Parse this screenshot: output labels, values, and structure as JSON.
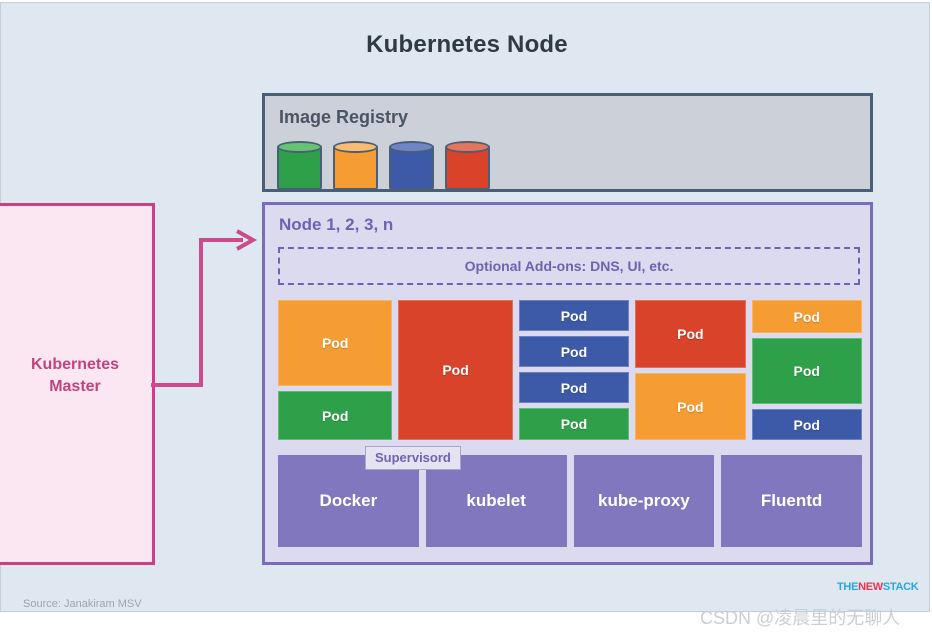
{
  "title": "Kubernetes Node",
  "master": {
    "label_line1": "Kubernetes",
    "label_line2": "Master",
    "border_color": "#cc3f84",
    "fill_color": "#fbe7f1"
  },
  "registry": {
    "title": "Image Registry",
    "border_color": "#4a5e77",
    "fill_color": "#ccd0d8",
    "images": [
      {
        "name": "image-cylinder-green",
        "color": "green"
      },
      {
        "name": "image-cylinder-orange",
        "color": "orange"
      },
      {
        "name": "image-cylinder-blue",
        "color": "blue"
      },
      {
        "name": "image-cylinder-red",
        "color": "red"
      }
    ]
  },
  "node": {
    "title": "Node 1, 2, 3, n",
    "border_color": "#7a6cbd",
    "fill_color": "#dcdaee",
    "addons_label": "Optional Add-ons: DNS, UI, etc.",
    "pod_label": "Pod",
    "pod_columns": [
      {
        "name": "pod-column-1",
        "width": 116,
        "pods": [
          {
            "color": "orange",
            "height": 86
          },
          {
            "color": "green",
            "height": 49
          }
        ]
      },
      {
        "name": "pod-column-2",
        "width": 116,
        "pods": [
          {
            "color": "red",
            "height": 140
          }
        ]
      },
      {
        "name": "pod-column-3",
        "width": 112,
        "pods": [
          {
            "color": "blue",
            "height": 31
          },
          {
            "color": "blue",
            "height": 31
          },
          {
            "color": "blue",
            "height": 31
          },
          {
            "color": "green",
            "height": 32
          }
        ]
      },
      {
        "name": "pod-column-4",
        "width": 112,
        "pods": [
          {
            "color": "red",
            "height": 68
          },
          {
            "color": "orange",
            "height": 67
          }
        ]
      },
      {
        "name": "pod-column-5",
        "width": 112,
        "pods": [
          {
            "color": "orange",
            "height": 33
          },
          {
            "color": "green",
            "height": 66
          },
          {
            "color": "blue",
            "height": 31
          }
        ]
      }
    ],
    "supervisord_label": "Supervisord",
    "services": [
      {
        "name": "service-docker",
        "label": "Docker"
      },
      {
        "name": "service-kubelet",
        "label": "kubelet"
      },
      {
        "name": "service-kube-proxy",
        "label": "kube-proxy"
      },
      {
        "name": "service-fluentd",
        "label": "Fluentd"
      }
    ]
  },
  "footer": {
    "source": "Source: Janakiram MSV",
    "logo_the": "THE",
    "logo_new": "NEW",
    "logo_stack": "STACK",
    "watermark": "CSDN @凌晨里的无聊人"
  }
}
